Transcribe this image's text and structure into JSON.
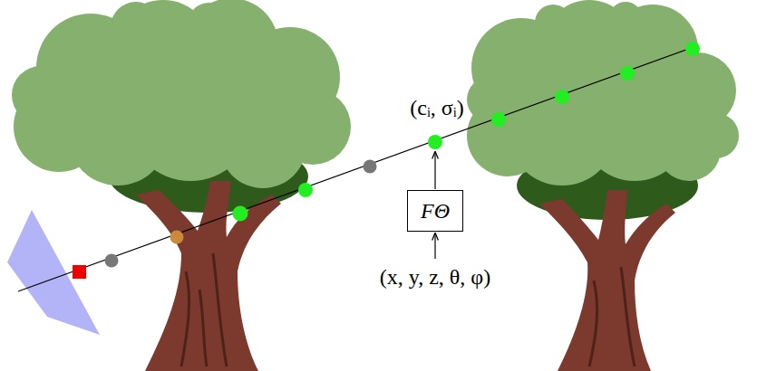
{
  "diagram": {
    "nodes": [
      {
        "text": [
          "FΘ"
        ]
      }
    ],
    "labels": [
      "(cᵢ, σᵢ)",
      "(x, y, z, θ, φ)"
    ]
  }
}
